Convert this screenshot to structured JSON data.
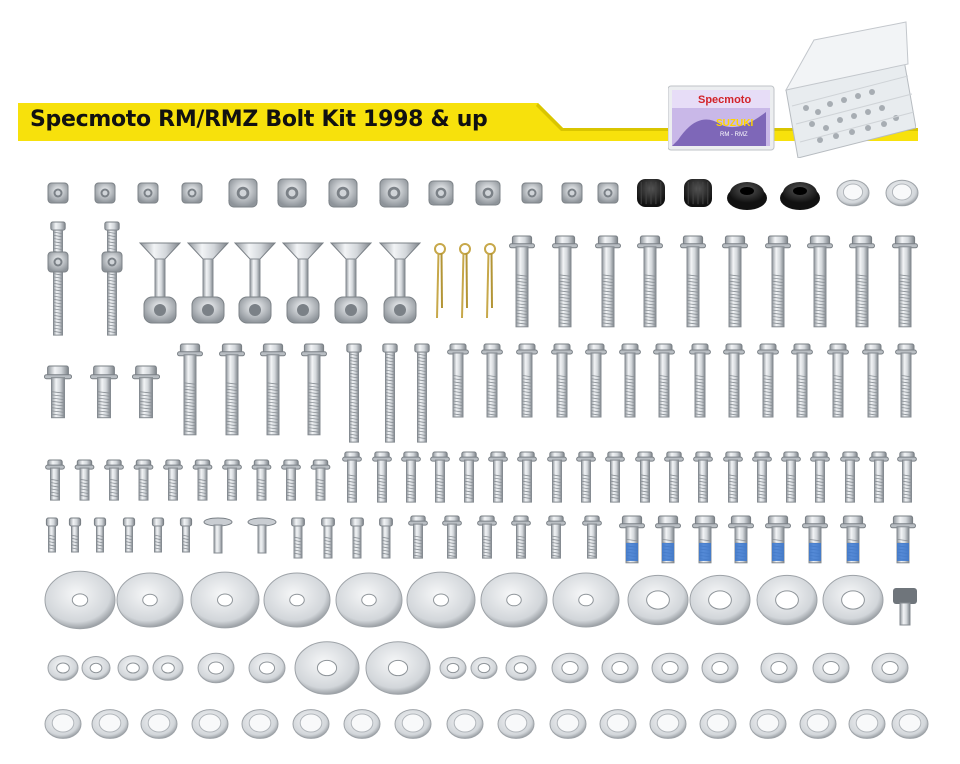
{
  "banner": {
    "title": "Specmoto RM/RMZ Bolt Kit 1998 & up",
    "color": "#F7E10C"
  },
  "product": {
    "brand_logo": "Specmoto",
    "box_label": "SUZUKI",
    "box_sublabel": "RM - RMZ"
  },
  "colors": {
    "metal": "#c9cdd2",
    "metal_dark": "#8b9096",
    "rubber": "#222222",
    "brass": "#c7a84a",
    "threadlock": "#3a78d1"
  }
}
